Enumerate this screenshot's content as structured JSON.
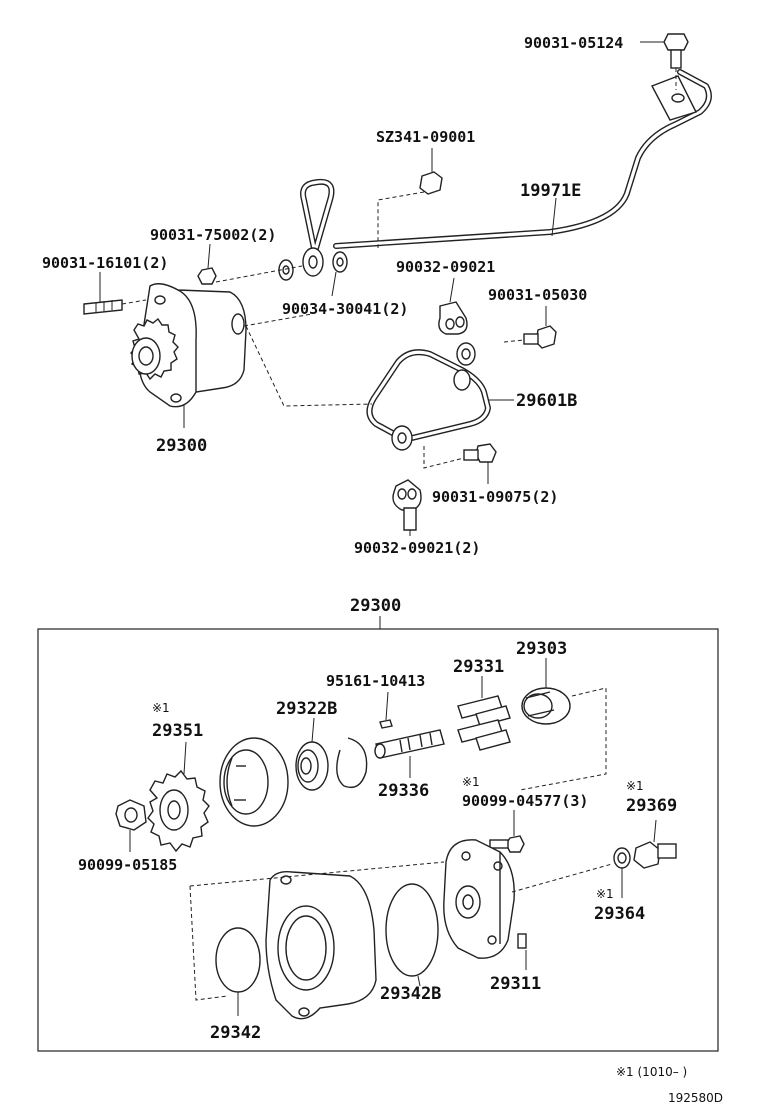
{
  "labels": {
    "p90031_05124": "90031-05124",
    "pSZ341_09001": "SZ341-09001",
    "p19971E": "19971E",
    "p90031_75002": "90031-75002(2)",
    "p90031_16101": "90031-16101(2)",
    "p90032_09021a": "90032-09021",
    "p90034_30041": "90034-30041(2)",
    "p90031_05030": "90031-05030",
    "p29601B": "29601B",
    "p29300a": "29300",
    "p90031_09075": "90031-09075(2)",
    "p90032_09021b": "90032-09021(2)",
    "p29300b": "29300",
    "p95161_10413": "95161-10413",
    "p29331": "29331",
    "p29303": "29303",
    "p29322B": "29322B",
    "p29351": "29351",
    "p29336": "29336",
    "p90099_04577": "90099-04577(3)",
    "p29369": "29369",
    "p90099_05185": "90099-05185",
    "p29364": "29364",
    "p29342B": "29342B",
    "p29311": "29311",
    "p29342": "29342"
  },
  "marks": {
    "m29351": "※1",
    "m90099_04577": "※1",
    "m29369": "※1",
    "m29364": "※1"
  },
  "footnote": "※1 (1010–     )",
  "figure_code": "192580D"
}
